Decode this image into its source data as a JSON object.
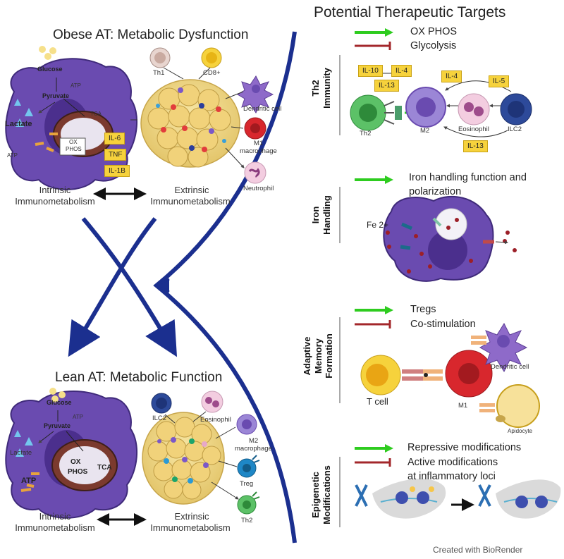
{
  "left": {
    "obese_title": "Obese AT: Metabolic Dysfunction",
    "lean_title": "Lean AT: Metabolic Function",
    "obese_cell": {
      "glucose": "Glucose",
      "pyruvate": "Pyruvate",
      "lactate": "Lactate",
      "atp": "ATP",
      "atp2": "ATP",
      "tca": "TCA",
      "oxphos_1": "OX",
      "oxphos_2": "PHOS"
    },
    "obese_cytokines": [
      "IL-6",
      "TNF",
      "IL-1B"
    ],
    "obese_cells": {
      "th1": "Th1",
      "cd8": "CD8+",
      "dendritic": "Dendritic cell",
      "m1_1": "M1",
      "m1_2": "macrophage",
      "neutrophil": "Neutrophil"
    },
    "lean_cell": {
      "glucose": "Glucose",
      "pyruvate": "Pyruvate",
      "lactate": "Lactate",
      "atp": "ATP",
      "atp2": "ATP",
      "tca": "TCA",
      "oxphos_1": "OX",
      "oxphos_2": "PHOS"
    },
    "lean_cells": {
      "ilc2": "ILC2",
      "eosinophil": "Eosinophil",
      "m2_1": "M2",
      "m2_2": "macrophage",
      "treg": "Treg",
      "th2": "Th2"
    },
    "intrinsic_1": "Intrinsic",
    "intrinsic_2": "Immunometabolism",
    "extrinsic_1": "Extrinsic",
    "extrinsic_2": "Immunometabolism"
  },
  "right": {
    "title": "Potential Therapeutic Targets",
    "legend_top": {
      "up": "OX PHOS",
      "down": "Glycolysis"
    },
    "th2": {
      "label_1": "Th2",
      "label_2": "Immunity",
      "cytokines": [
        "IL-10",
        "IL-4",
        "IL-13",
        "IL-4",
        "IL-5",
        "IL-13"
      ],
      "cells": {
        "th2": "Th2",
        "m2": "M2",
        "eosinophil": "Eosinophil",
        "ilc2": "ILC2"
      }
    },
    "iron": {
      "label_1": "Iron",
      "label_2": "Handling",
      "up_1": "Iron handling function and",
      "up_2": "polarization",
      "fe": "Fe 2+"
    },
    "adaptive": {
      "label_1": "Adaptive",
      "label_2": "Memory",
      "label_3": "Formation",
      "up": "Tregs",
      "down": "Co-stimulation",
      "cells": {
        "dendritic": "Dendritic cell",
        "tcell": "T cell",
        "m1": "M1",
        "adipocyte": "Apidocyte"
      }
    },
    "epigenetic": {
      "label_1": "Epigenetic",
      "label_2": "Modifications",
      "up": "Repressive modifications",
      "down_1": "Active modifications",
      "down_2": "at inflammatory loci"
    }
  },
  "footer": "Created with BioRender",
  "colors": {
    "arrow_blue": "#1b2f8f",
    "up_green": "#2ecc1f",
    "down_red": "#a3272b",
    "cell_purple": "#6a4bb0",
    "cytokine_yellow": "#f6d23c"
  }
}
